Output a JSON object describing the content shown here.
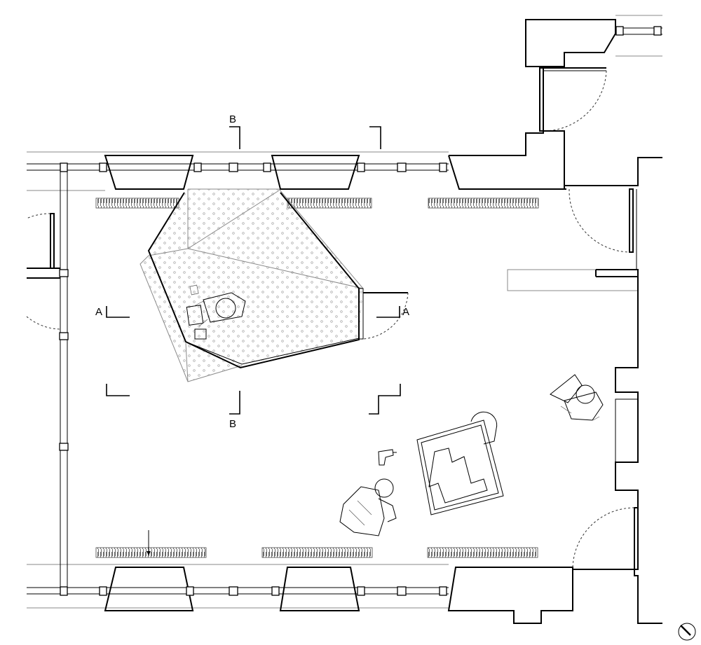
{
  "section_marks": {
    "a_left": "A",
    "a_right": "A",
    "b_top": "B",
    "b_bottom": "B"
  },
  "icons": {
    "north_arrow": "north-arrow-icon"
  },
  "colors": {
    "line": "#000000",
    "light_line": "#8a8a8a",
    "background": "#ffffff"
  }
}
